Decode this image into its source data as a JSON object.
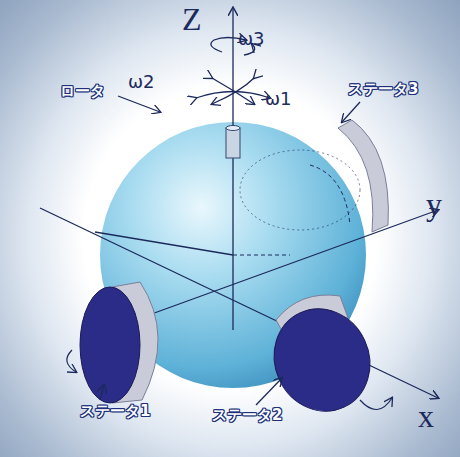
{
  "diagram": {
    "labels": [
      "Z",
      "ω3",
      "ω2",
      "ω1",
      "ロータ",
      "ステータ3",
      "y",
      "ステータ1",
      "ステータ2",
      "x"
    ]
  }
}
